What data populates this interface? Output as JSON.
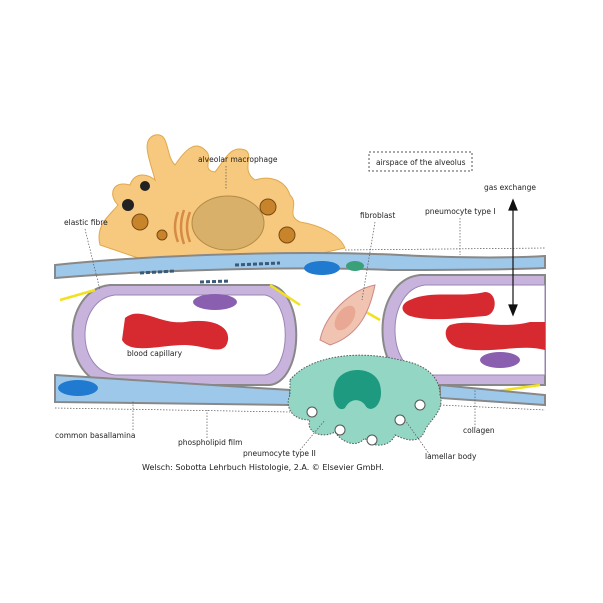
{
  "labels": {
    "alveolar_macrophage": "alveolar macrophage",
    "airspace": "airspace of the alveolus",
    "gas_exchange": "gas exchange",
    "elastic_fibre": "elastic fibre",
    "fibroblast": "fibroblast",
    "pneumocyte_type_1": "pneumocyte type I",
    "blood_capillary": "blood capillary",
    "common_basallamina": "common basallamina",
    "phospholipid_film": "phospholipid film",
    "pneumocyte_type_2": "pneumocyte type II",
    "collagen": "collagen",
    "lamellar_body": "lamellar body"
  },
  "caption": "Welsch: Sobotta Lehrbuch Histologie, 2.A. © Elsevier GmbH.",
  "colors": {
    "macrophage": "#f6c97e",
    "pneumocyte_1": "#9ec8ea",
    "capillary_wall": "#c8b3dc",
    "erythrocyte": "#d62a30",
    "pneumocyte_2": "#93d6c3",
    "elastic_fibre": "#f2e11e",
    "fibroblast": "#f1c4b2"
  }
}
